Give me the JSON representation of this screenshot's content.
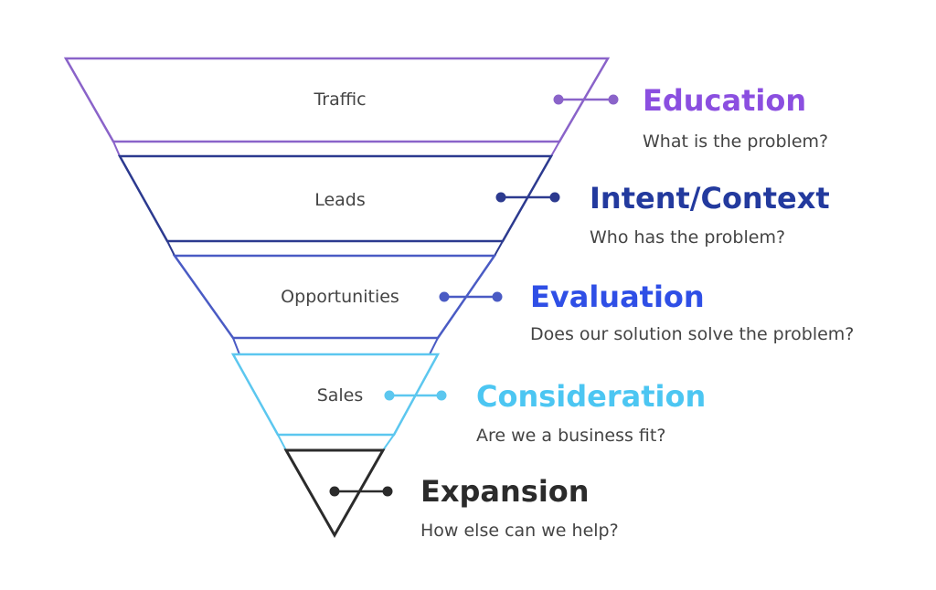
{
  "stages": [
    {
      "funnel_label": "Traffic",
      "title": "Education",
      "question": "What is the problem?",
      "color": "#8a63c9"
    },
    {
      "funnel_label": "Leads",
      "title": "Intent/Context",
      "question": "Who has the problem?",
      "color": "#2c3a8f"
    },
    {
      "funnel_label": "Opportunities",
      "title": "Evaluation",
      "question": "Does our solution solve the problem?",
      "color": "#4a5bc4"
    },
    {
      "funnel_label": "Sales",
      "title": "Consideration",
      "question": "Are we a business fit?",
      "color": "#5cc7ef"
    },
    {
      "funnel_label": "",
      "title": "Expansion",
      "question": "How else can we help?",
      "color": "#2b2b2b"
    }
  ],
  "title_colors": [
    "#8b4fe0",
    "#233a9e",
    "#2f4fe6",
    "#4cc6f2",
    "#2b2b2b"
  ]
}
